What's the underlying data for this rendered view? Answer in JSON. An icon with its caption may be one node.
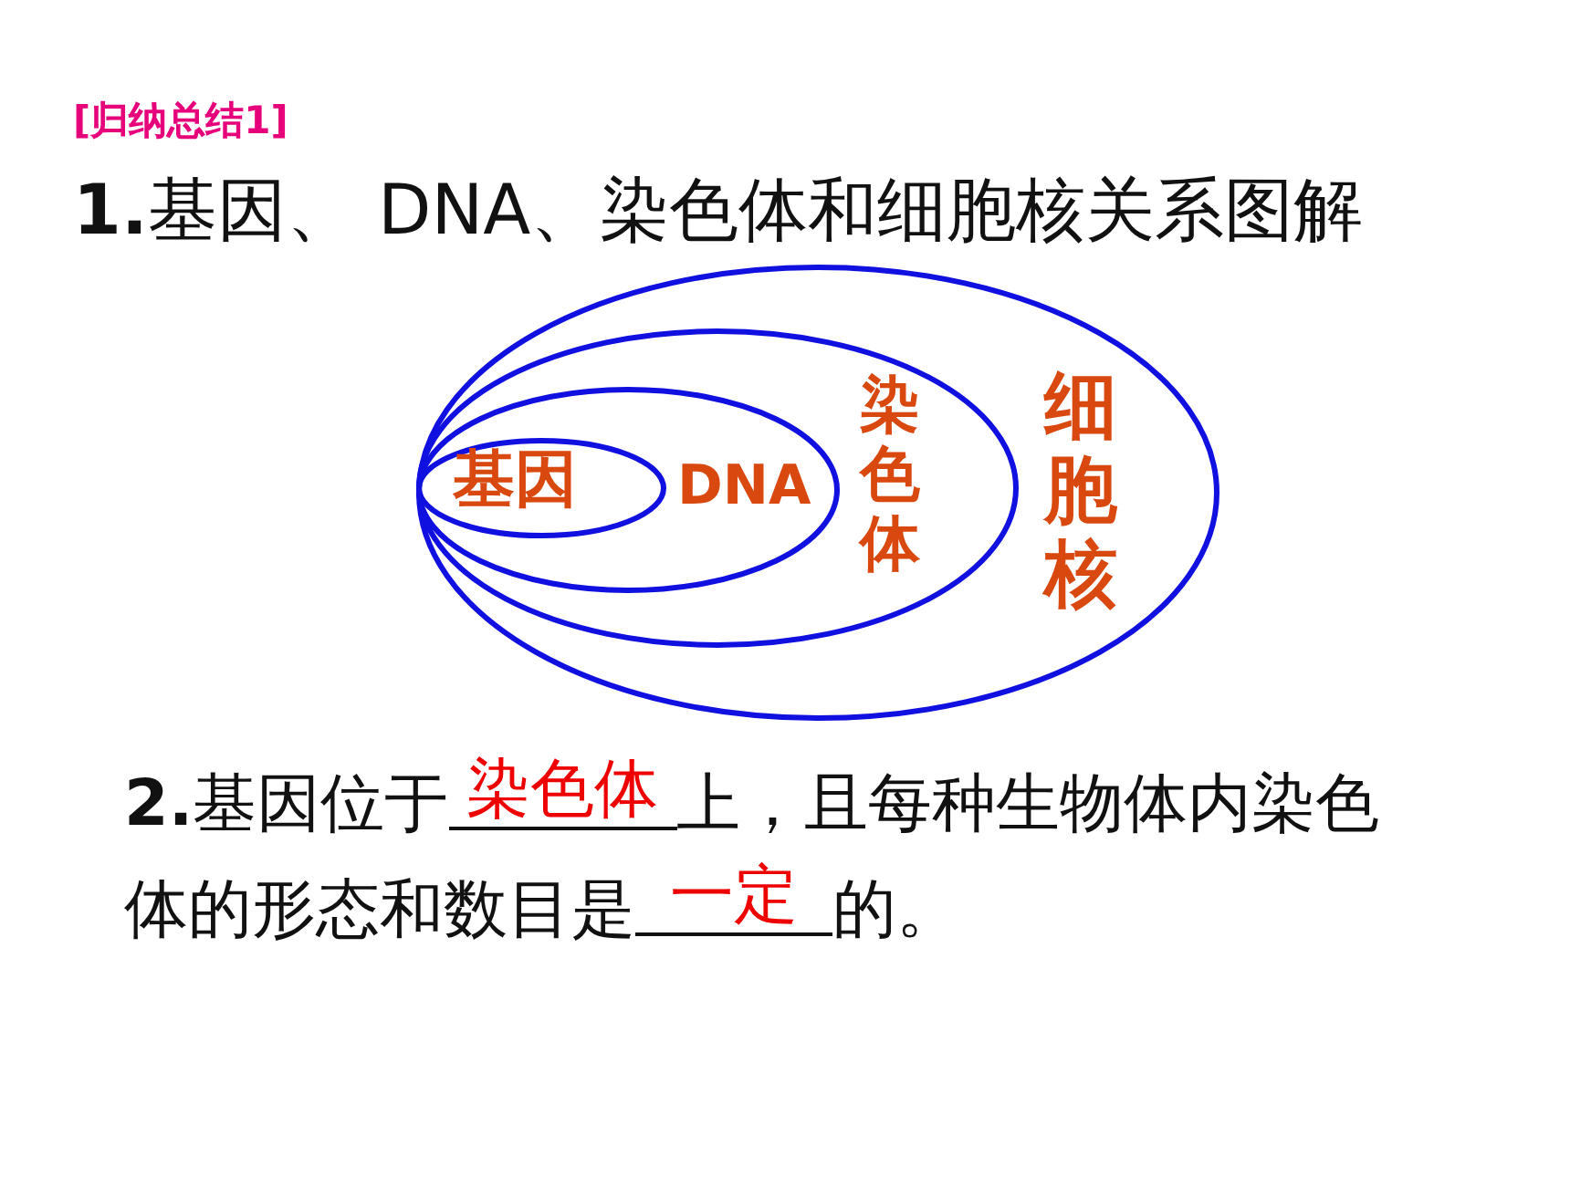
{
  "diagram": {
    "title": "**1.**基因、 DNA、染色体和细胞核关系图解",
    "nodes": [
      {
        "text": [
          "细胞核"
        ]
      },
      {
        "text": [
          "染色体"
        ],
        "in": 0
      },
      {
        "text": [
          "DNA"
        ],
        "in": 1
      },
      {
        "text": [
          "基因"
        ],
        "in": 2
      }
    ],
    "labels": [
      "[归纳总结1]",
      "**2.**基因位于",
      "染色体",
      "上，且每种生物体内染色体的形态和数目是",
      "一定",
      "的。"
    ]
  }
}
